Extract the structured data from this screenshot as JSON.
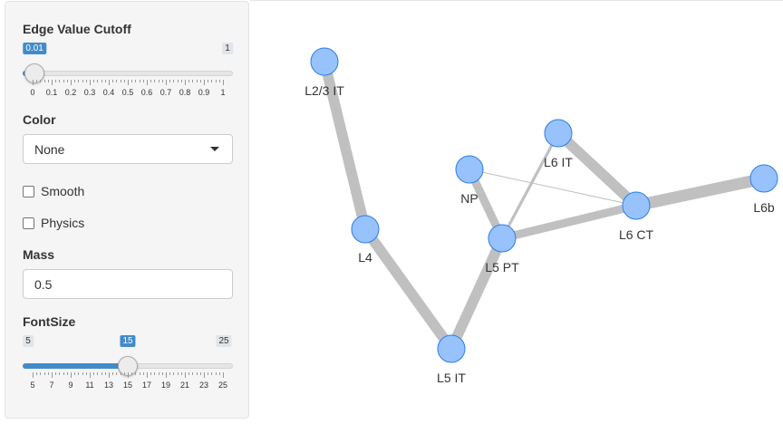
{
  "sidebar": {
    "edge_cutoff": {
      "label": "Edge Value Cutoff",
      "value": 0.01,
      "value_label": "0.01",
      "min": 0,
      "max": 1,
      "min_label": "0",
      "max_label": "1",
      "tick_labels": [
        "0",
        "0.1",
        "0.2",
        "0.3",
        "0.4",
        "0.5",
        "0.6",
        "0.7",
        "0.8",
        "0.9",
        "1"
      ]
    },
    "color": {
      "label": "Color",
      "selected": "None"
    },
    "smooth": {
      "label": "Smooth",
      "checked": false
    },
    "physics": {
      "label": "Physics",
      "checked": false
    },
    "mass": {
      "label": "Mass",
      "value": "0.5"
    },
    "fontsize": {
      "label": "FontSize",
      "value": 15,
      "value_label": "15",
      "min": 5,
      "max": 25,
      "min_label": "5",
      "max_label": "25",
      "tick_labels": [
        "5",
        "7",
        "9",
        "11",
        "13",
        "15",
        "17",
        "19",
        "21",
        "23",
        "25"
      ]
    }
  },
  "network": {
    "node_color": "#97c2fc",
    "node_border": "#2b7ce9",
    "edge_color": "#c0c0c0",
    "nodes": [
      {
        "id": "l23it",
        "label": "L2/3 IT"
      },
      {
        "id": "l4",
        "label": "L4"
      },
      {
        "id": "l5it",
        "label": "L5 IT"
      },
      {
        "id": "l5pt",
        "label": "L5 PT"
      },
      {
        "id": "np",
        "label": "NP"
      },
      {
        "id": "l6it",
        "label": "L6 IT"
      },
      {
        "id": "l6ct",
        "label": "L6 CT"
      },
      {
        "id": "l6b",
        "label": "L6b"
      }
    ],
    "edges": [
      {
        "from": "l23it",
        "to": "l4",
        "weight": 0.9
      },
      {
        "from": "l4",
        "to": "l5it",
        "weight": 0.9
      },
      {
        "from": "l5it",
        "to": "l5pt",
        "weight": 0.9
      },
      {
        "from": "np",
        "to": "l5pt",
        "weight": 0.7
      },
      {
        "from": "np",
        "to": "l6ct",
        "weight": 0.05
      },
      {
        "from": "l5pt",
        "to": "l6it",
        "weight": 0.25
      },
      {
        "from": "l5pt",
        "to": "l6ct",
        "weight": 0.7
      },
      {
        "from": "l6it",
        "to": "l6ct",
        "weight": 0.9
      },
      {
        "from": "l6ct",
        "to": "l6b",
        "weight": 1.0
      }
    ]
  }
}
